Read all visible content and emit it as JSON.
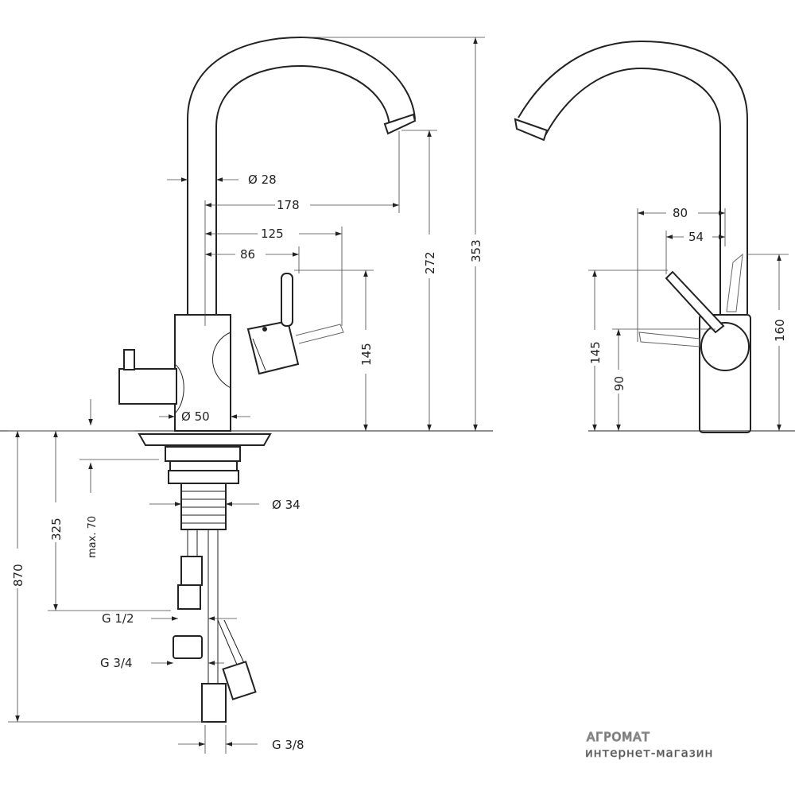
{
  "dimensions": {
    "front": {
      "dia_28": "Ø 28",
      "d_178": "178",
      "d_125": "125",
      "d_86": "86",
      "dia_50": "Ø 50",
      "d_145": "145",
      "d_272": "272",
      "d_353": "353"
    },
    "side": {
      "d_80": "80",
      "d_54": "54",
      "d_160": "160",
      "d_145": "145",
      "d_90": "90"
    },
    "below_deck": {
      "d_870": "870",
      "d_325": "325",
      "max_70": "max. 70",
      "dia_34": "Ø 34",
      "g_1_2": "G 1/2",
      "g_3_4": "G 3/4",
      "g_3_8": "G 3/8"
    }
  },
  "watermark": {
    "title": "АГРОМАТ",
    "subtitle": "интернет-магазин"
  }
}
